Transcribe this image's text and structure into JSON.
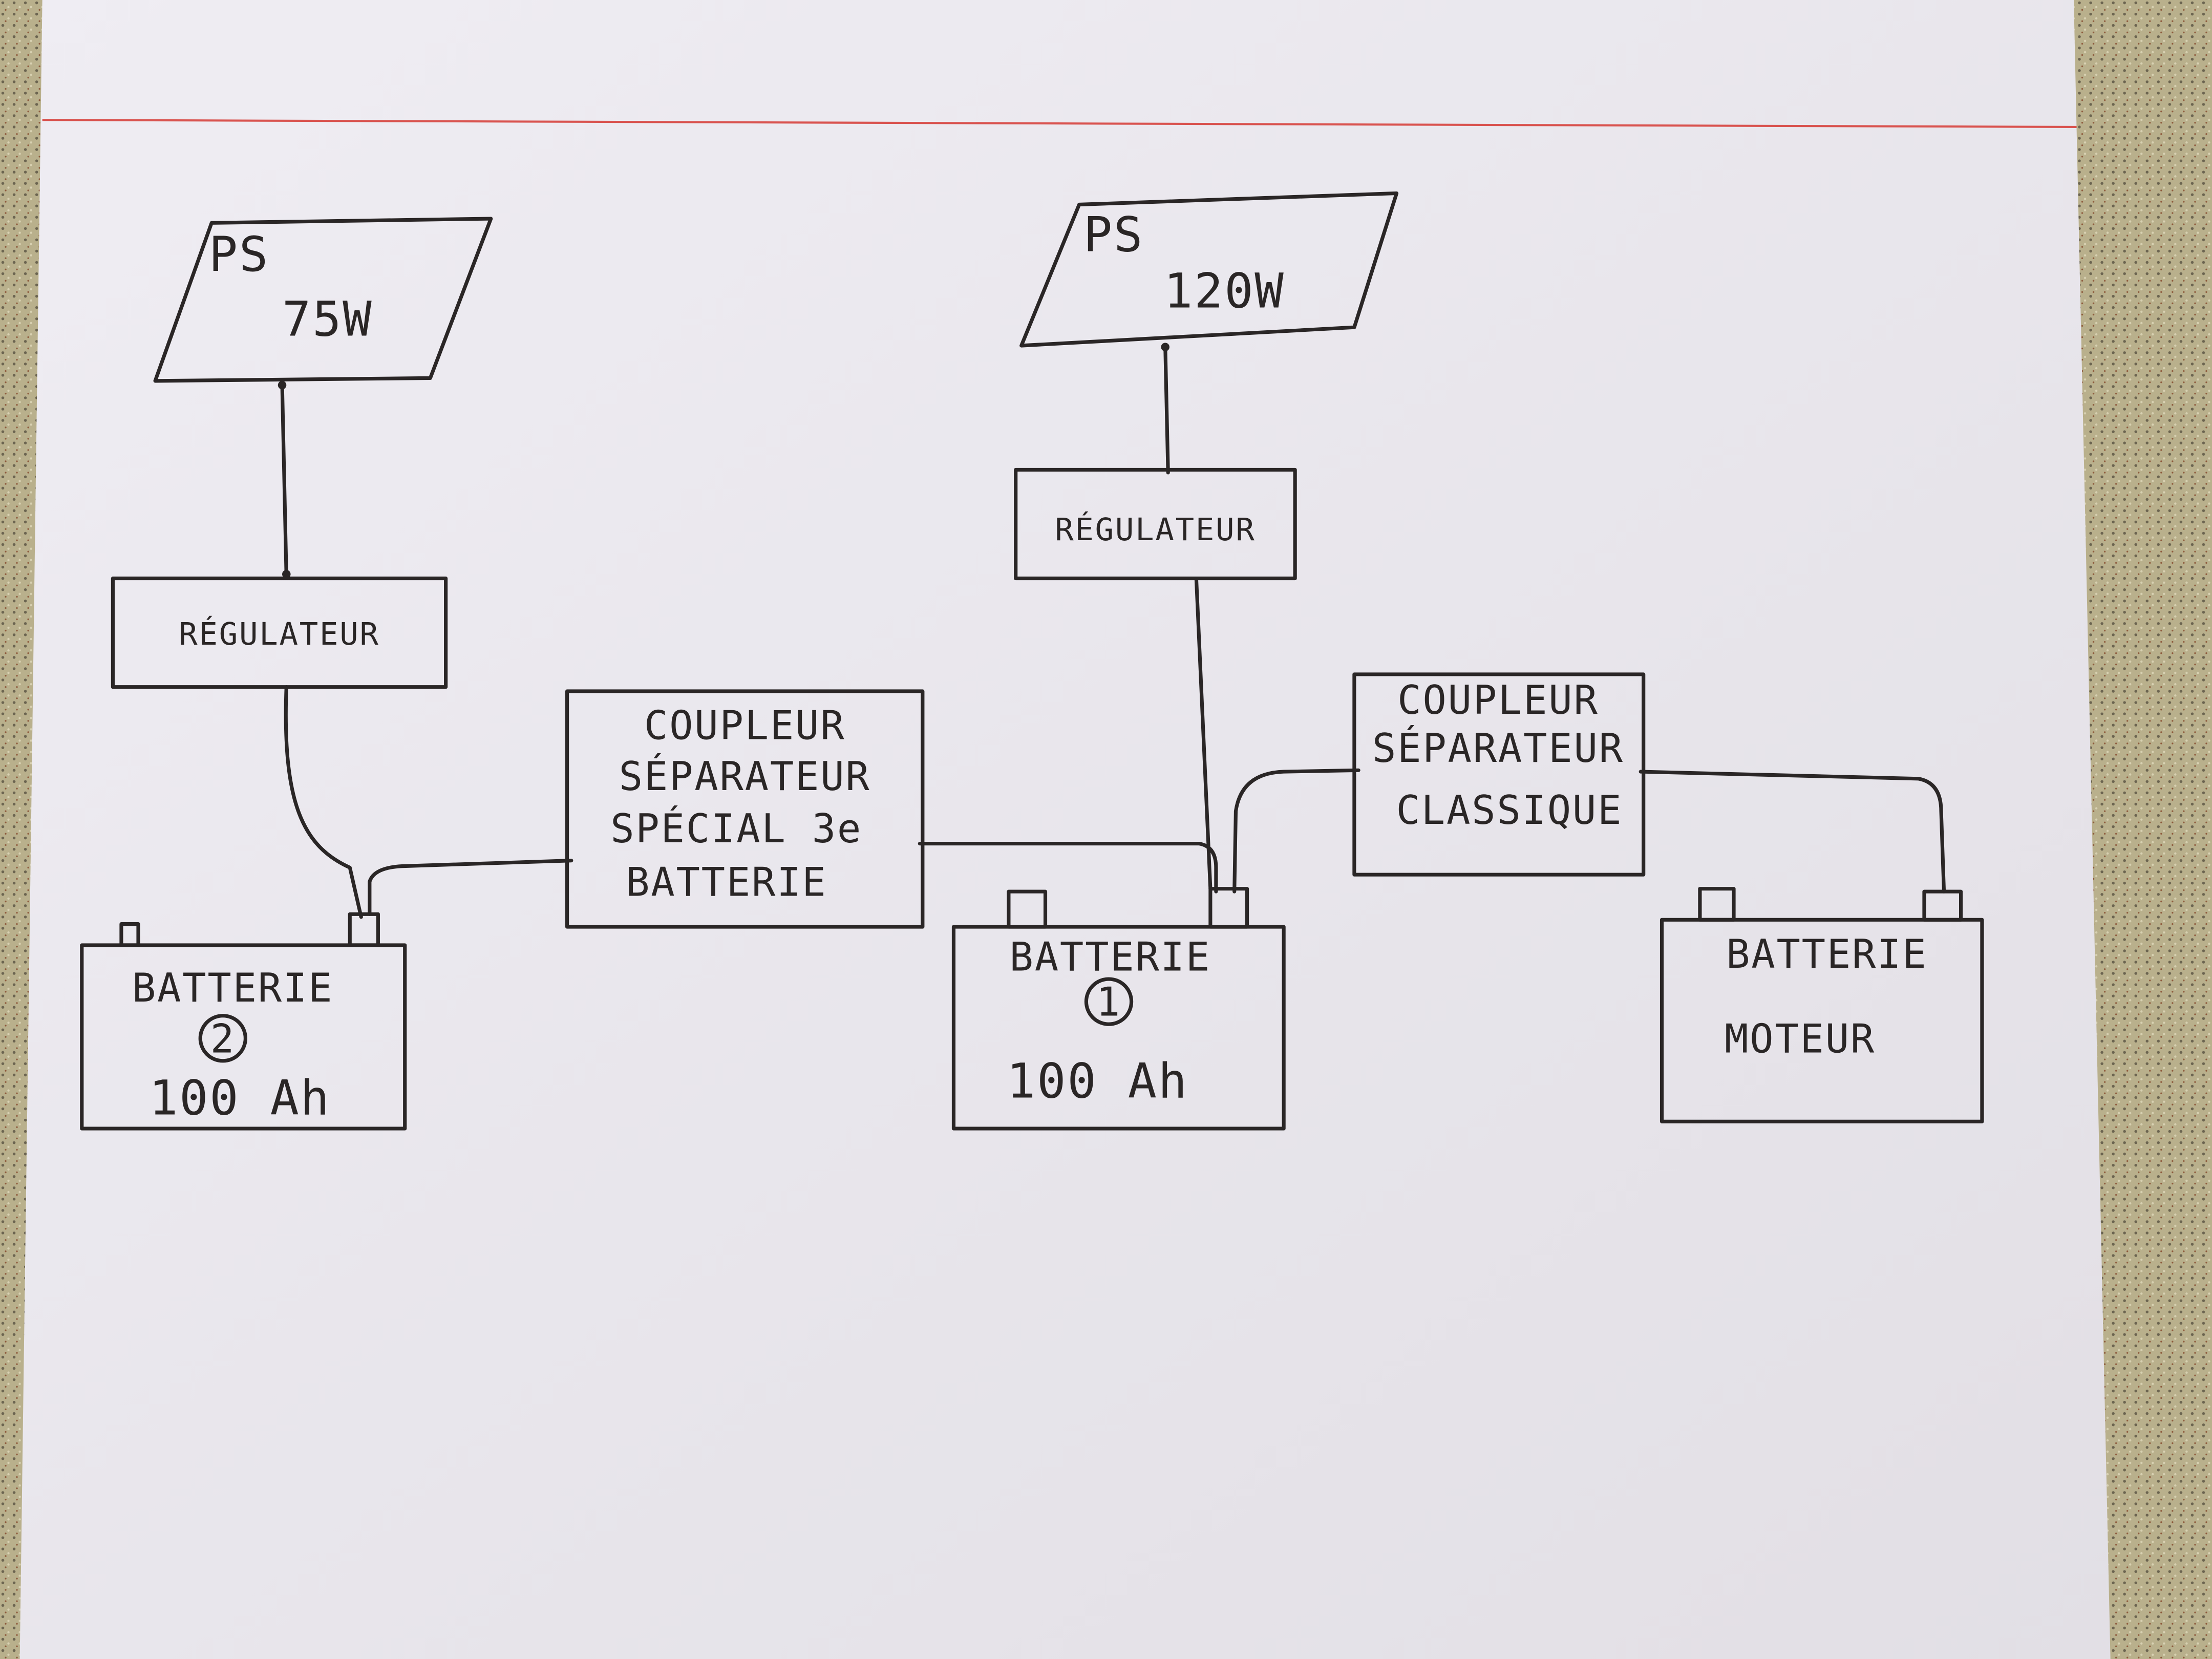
{
  "diagram": {
    "colors": {
      "paper": "#ebe8ee",
      "ink": "#2a2626",
      "margin_line": "#d9534f",
      "background": "#b7ad8a"
    },
    "panel_left": {
      "line1": "PS",
      "line2": "75W"
    },
    "panel_right": {
      "line1": "PS",
      "line2": "120W"
    },
    "regulator_left": {
      "label": "RÉGULATEUR"
    },
    "regulator_right": {
      "label": "RÉGULATEUR"
    },
    "coupler_special": {
      "line1": "COUPLEUR",
      "line2": "SÉPARATEUR",
      "line3": "SPÉCIAL 3e",
      "line4": "BATTERIE"
    },
    "coupler_classic": {
      "line1": "COUPLEUR",
      "line2": "SÉPARATEUR",
      "line3": "CLASSIQUE"
    },
    "battery_2": {
      "label": "BATTERIE",
      "number": "2",
      "capacity": "100 Ah"
    },
    "battery_1": {
      "label": "BATTERIE",
      "number": "1",
      "capacity": "100 Ah"
    },
    "battery_engine": {
      "line1": "BATTERIE",
      "line2": "MOTEUR"
    }
  }
}
